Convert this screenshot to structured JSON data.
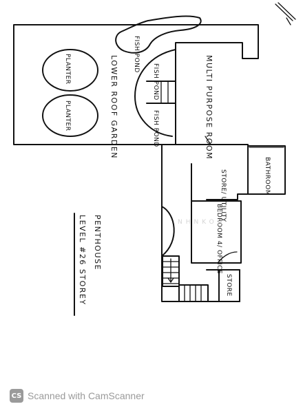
{
  "labels": {
    "fish_pond_1": "FISH POND",
    "fish_pond_2": "FISH POND",
    "fish_pond_3": "FISH POND",
    "planter_1": "PLANTER",
    "planter_2": "PLANTER",
    "lower_roof_garden": "LOWER ROOF GARDEN",
    "multi_purpose_room": "MULTI PURPOSE ROOM",
    "bathroom": "BATHROOM",
    "store_utility": "STORE/ UTILITY",
    "bedroom_office": "BEDROOM 4/ OFFICE",
    "store": "STORE",
    "penthouse": "PENTHOUSE",
    "level": "LEVEL #26 STOREY"
  },
  "watermark": "NHNKOH",
  "footer": {
    "icon": "CS",
    "text": "Scanned with CamScanner"
  }
}
